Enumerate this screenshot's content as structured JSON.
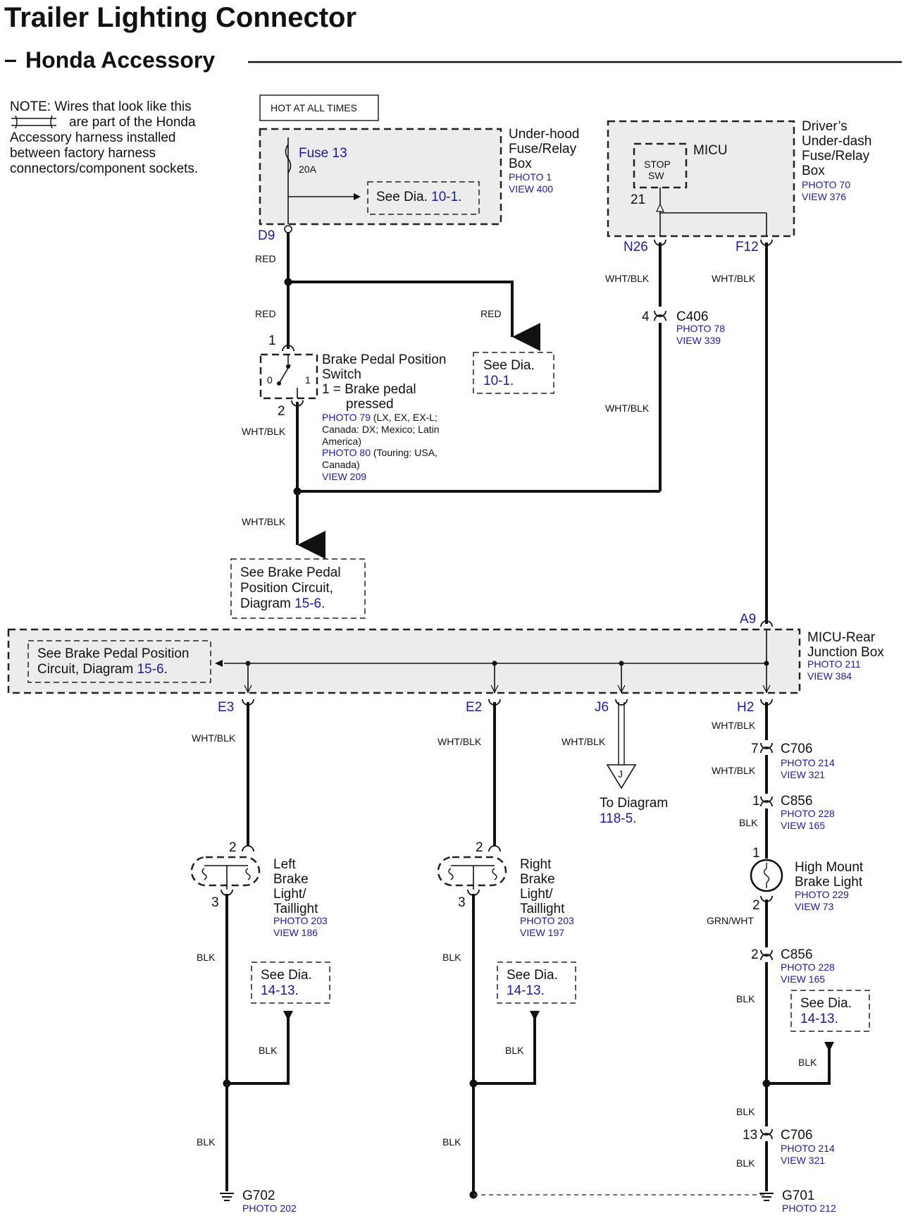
{
  "header": {
    "title": "Trailer Lighting Connector",
    "subtitle_dash": "–",
    "subtitle": "Honda Accessory"
  },
  "note": {
    "line1": "NOTE: Wires that look like this",
    "line2": "are part of the Honda",
    "line3": "Accessory harness installed",
    "line4": "between factory harness",
    "line5": "connectors/component sockets."
  },
  "hot_at_all_times": "HOT AT ALL TIMES",
  "underhood_box": {
    "name_l1": "Under-hood",
    "name_l2": "Fuse/Relay",
    "name_l3": "Box",
    "photo": "PHOTO 1",
    "view": "VIEW 400",
    "fuse": "Fuse 13",
    "fuse_rating": "20A",
    "see_text": "See  Dia.",
    "see_ref": "10-1",
    "see_dot": "."
  },
  "driver_box": {
    "name_l1": "Driver’s",
    "name_l2": "Under-dash",
    "name_l3": "Fuse/Relay",
    "name_l4": "Box",
    "photo": "PHOTO 70",
    "view": "VIEW 376",
    "micu": "MICU",
    "stop_l1": "STOP",
    "stop_l2": "SW",
    "pin21": "21"
  },
  "terminals": {
    "d9": "D9",
    "n26": "N26",
    "f12": "F12",
    "a9": "A9",
    "e3": "E3",
    "e2": "E2",
    "j6": "J6",
    "h2": "H2"
  },
  "wires": {
    "red1": "RED",
    "red2": "RED",
    "red3": "RED",
    "whtblk_n26": "WHT/BLK",
    "whtblk_f12": "WHT/BLK",
    "whtblk_c406": "WHT/BLK",
    "whtblk_sw": "WHT/BLK",
    "whtblk_sw2": "WHT/BLK",
    "whtblk_e3": "WHT/BLK",
    "whtblk_e2": "WHT/BLK",
    "whtblk_j6": "WHT/BLK",
    "whtblk_h2": "WHT/BLK",
    "whtblk_c706": "WHT/BLK",
    "blk_c856": "BLK",
    "grnwht": "GRN/WHT",
    "blk_r1": "BLK",
    "blk_l1": "BLK",
    "blk_l2": "BLK",
    "blk_l3": "BLK",
    "blk_m1": "BLK",
    "blk_m2": "BLK",
    "blk_m3": "BLK",
    "blk_r2": "BLK",
    "blk_r3": "BLK",
    "blk_r4": "BLK"
  },
  "c406": {
    "name": "C406",
    "pin": "4",
    "photo": "PHOTO 78",
    "view": "VIEW 339"
  },
  "see_10_1_b": {
    "text": "See  Dia.",
    "ref": "10-1",
    "dot": "."
  },
  "brake_switch": {
    "pin1": "1",
    "pin2": "2",
    "pos0": "0",
    "pos1": "1",
    "name_l1": "Brake Pedal Position",
    "name_l2": "Switch",
    "name_l3": "1 = Brake pedal",
    "name_l4": "pressed",
    "photo79": "PHOTO 79",
    "photo79_desc1": " (LX, EX, EX-L;",
    "photo79_desc2": "Canada: DX; Mexico; Latin",
    "photo79_desc3": "America)",
    "photo80": "PHOTO 80",
    "photo80_desc1": " (Touring: USA,",
    "photo80_desc2": "Canada)",
    "view": "VIEW 209"
  },
  "see_brake_circuit": {
    "l1": "See Brake Pedal",
    "l2": "Position Circuit,",
    "l3": "Diagram ",
    "ref": "15-6",
    "dot": "."
  },
  "rear_jbox": {
    "name_l1": "MICU-Rear",
    "name_l2": "Junction Box",
    "photo": "PHOTO 211",
    "view": "VIEW 384",
    "see_l1": "See Brake Pedal Position",
    "see_l2": "Circuit, Diagram ",
    "see_ref": "15-6",
    "see_dot": "."
  },
  "to_diagram": {
    "j": "J",
    "l1": "To Diagram",
    "ref": "118-5",
    "dot": "."
  },
  "c706_top": {
    "pin": "7",
    "name": "C706",
    "photo": "PHOTO 214",
    "view": "VIEW 321"
  },
  "c856_top": {
    "pin": "1",
    "name": "C856",
    "photo": "PHOTO 228",
    "view": "VIEW 165"
  },
  "high_mount": {
    "pin1": "1",
    "pin2": "2",
    "name_l1": "High Mount",
    "name_l2": "Brake Light",
    "photo": "PHOTO 229",
    "view": "VIEW 73"
  },
  "c856_bot": {
    "pin": "2",
    "name": "C856",
    "photo": "PHOTO 228",
    "view": "VIEW 165"
  },
  "c706_bot": {
    "pin": "13",
    "name": "C706",
    "photo": "PHOTO 214",
    "view": "VIEW 321"
  },
  "left_light": {
    "pin2": "2",
    "pin3": "3",
    "name_l1": "Left",
    "name_l2": "Brake",
    "name_l3": "Light/",
    "name_l4": "Taillight",
    "photo": "PHOTO 203",
    "view": "VIEW 186"
  },
  "right_light": {
    "pin2": "2",
    "pin3": "3",
    "name_l1": "Right",
    "name_l2": "Brake",
    "name_l3": "Light/",
    "name_l4": "Taillight",
    "photo": "PHOTO 203",
    "view": "VIEW 197"
  },
  "see_14_13": {
    "text": "See  Dia.",
    "ref": "14-13",
    "dot": "."
  },
  "g702": {
    "name": "G702",
    "photo": "PHOTO 202"
  },
  "g701": {
    "name": "G701",
    "photo": "PHOTO 212"
  }
}
